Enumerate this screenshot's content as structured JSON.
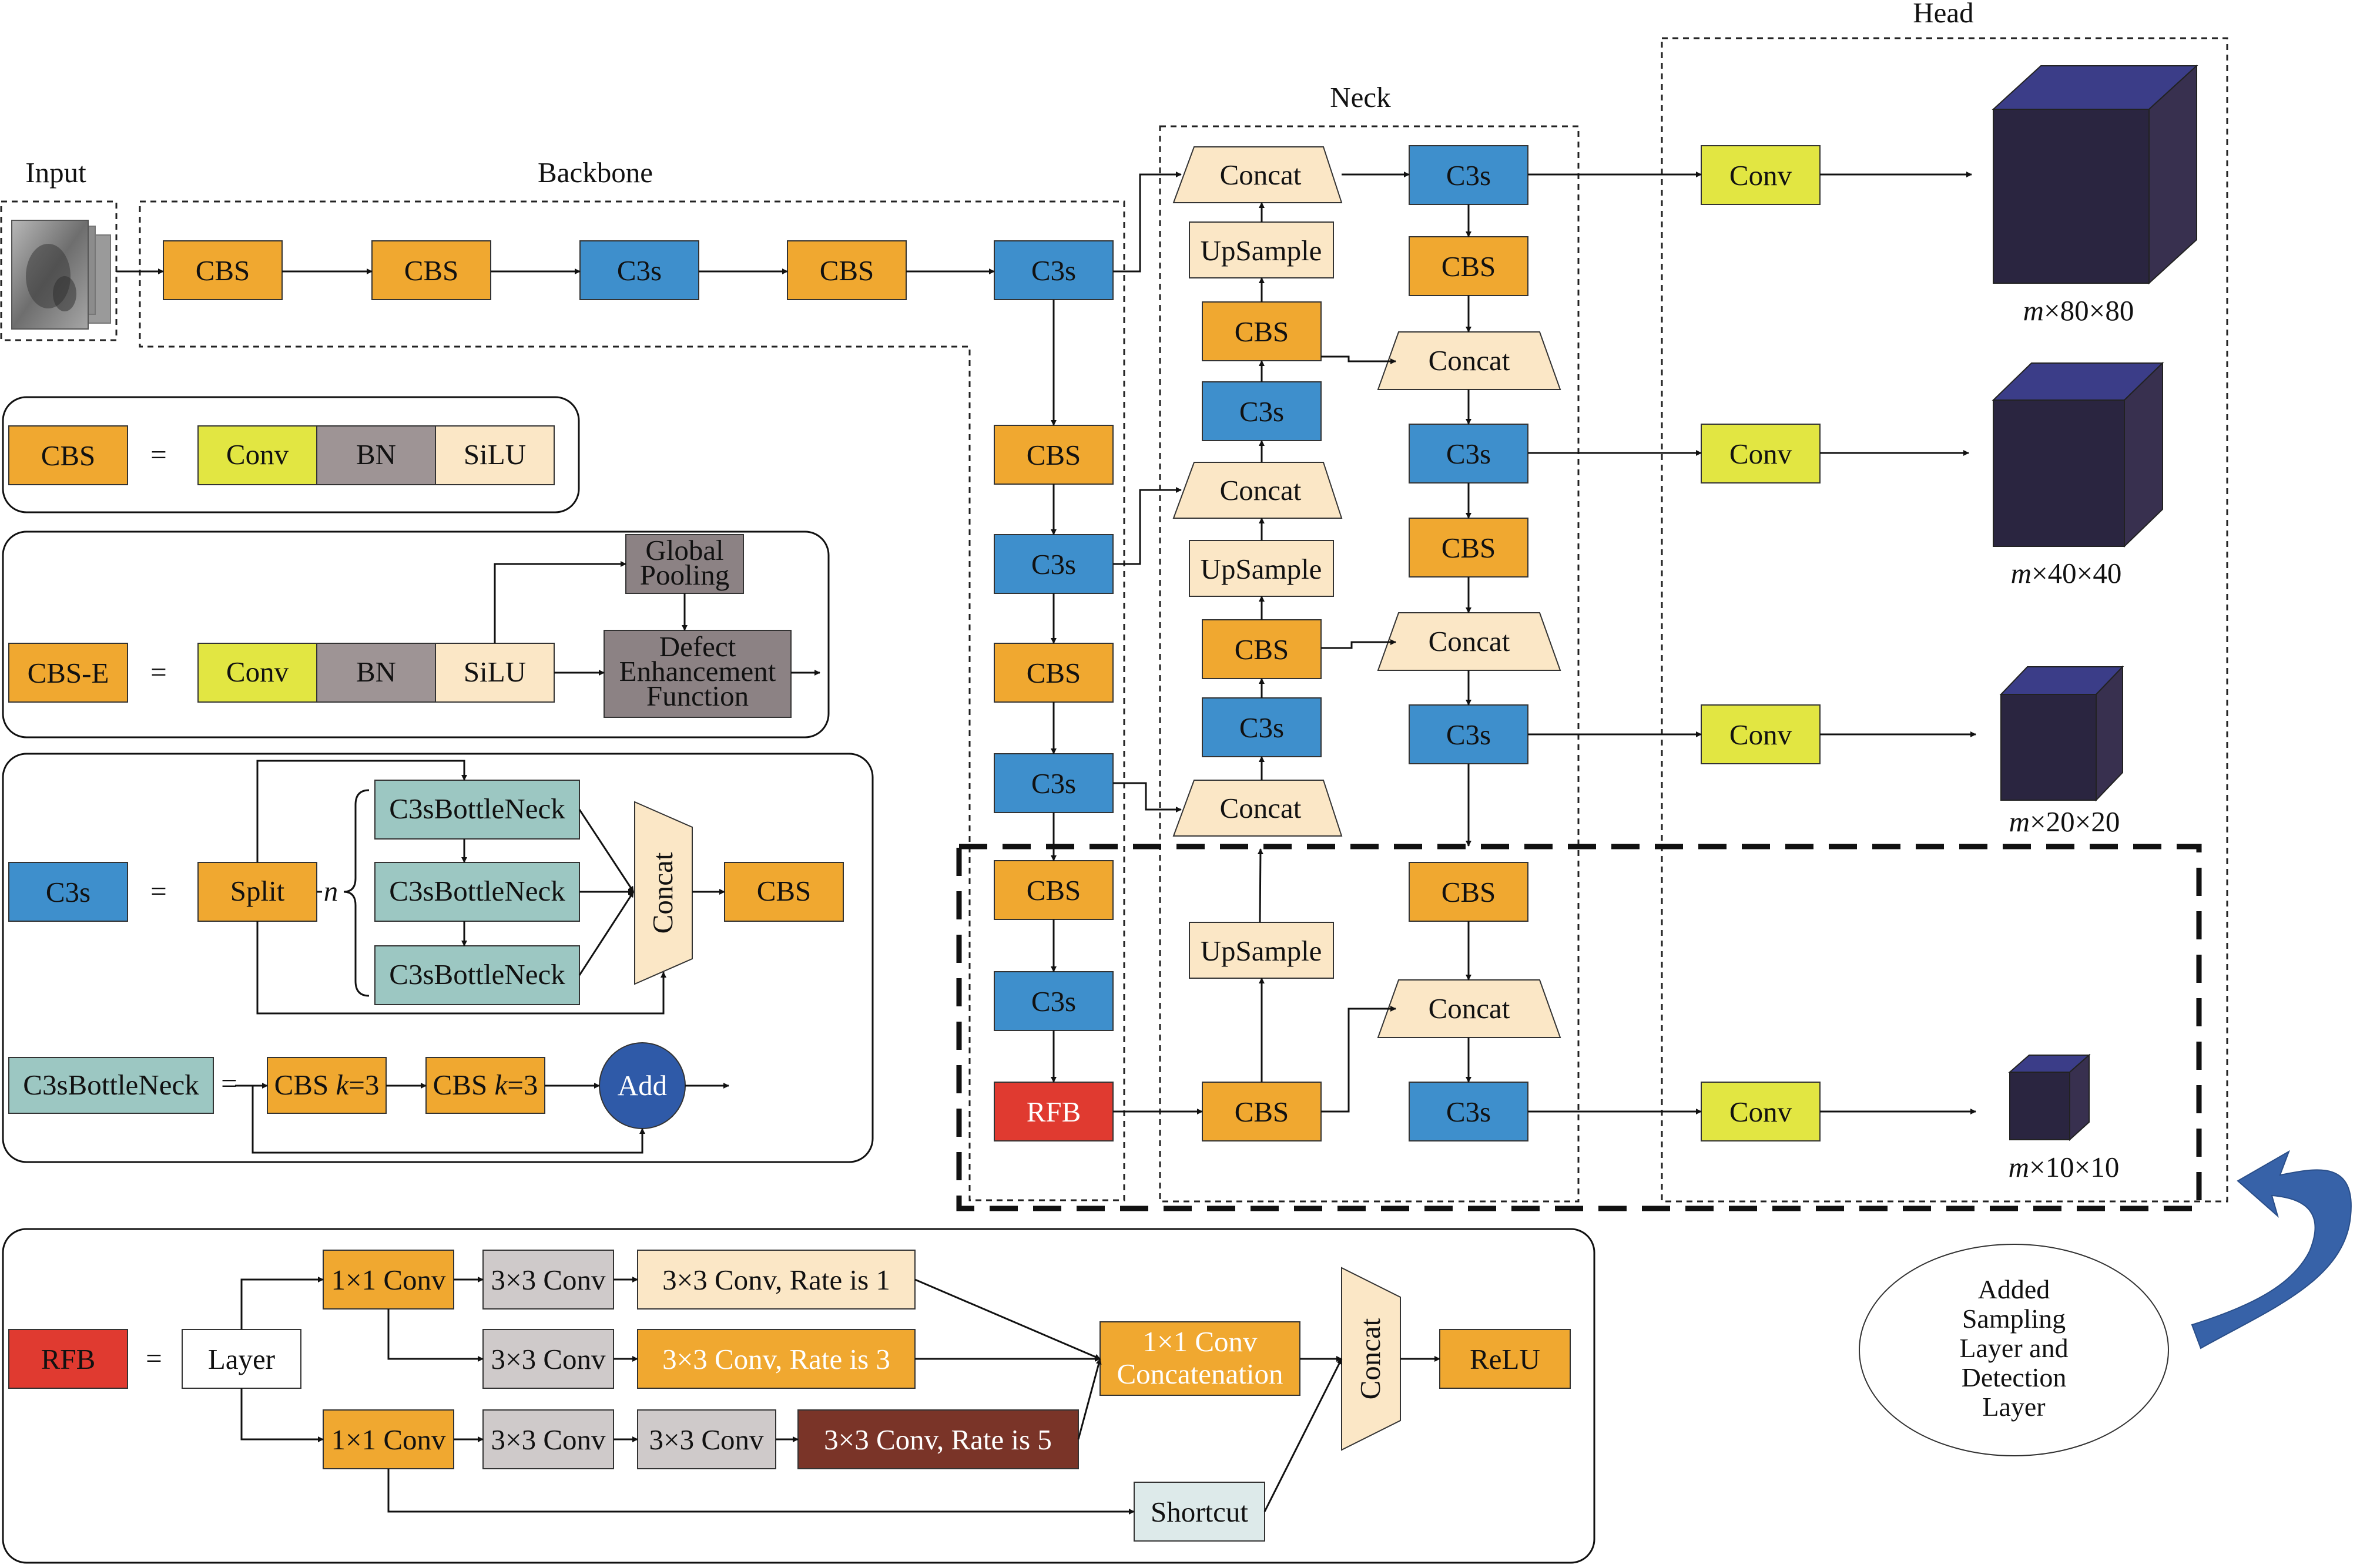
{
  "titles": {
    "input": "Input",
    "backbone": "Backbone",
    "neck": "Neck",
    "head": "Head"
  },
  "colors": {
    "cbs": "#F0A830",
    "c3s": "#3E8FCC",
    "conv_yellow": "#E2E642",
    "bn_gray": "#9E9495",
    "silu_cream": "#FBE7C6",
    "concat_cream": "#FBE7C6",
    "upsample_cream": "#FBE7C6",
    "bottleneck_teal": "#9CC7C2",
    "rfb_red": "#E03A30",
    "gray_box": "#8C8284",
    "light_gray": "#CFCACA",
    "dark_red": "#7A3428",
    "add_blue": "#2F5AA8",
    "cube_front": "#2A2540",
    "cube_top": "#3B3D88",
    "cube_side": "#38304F",
    "shortcut": "#DDEAEA",
    "arrow_blue": "#3762A8"
  },
  "backbone": {
    "main": [
      "CBS",
      "CBS",
      "C3s",
      "CBS",
      "C3s"
    ],
    "column": [
      "CBS",
      "C3s",
      "CBS",
      "C3s",
      "CBS",
      "C3s",
      "RFB"
    ]
  },
  "neck": {
    "left": [
      "Concat",
      "UpSample",
      "CBS",
      "C3s",
      "Concat",
      "UpSample",
      "CBS",
      "C3s",
      "Concat",
      "UpSample",
      "CBS"
    ],
    "right": [
      "C3s",
      "CBS",
      "Concat",
      "C3s",
      "CBS",
      "Concat",
      "C3s",
      "CBS",
      "Concat",
      "C3s"
    ]
  },
  "head": {
    "convs": [
      "Conv",
      "Conv",
      "Conv",
      "Conv"
    ],
    "outputs": [
      {
        "prefix": "m",
        "dims": "×80×80"
      },
      {
        "prefix": "m",
        "dims": "×40×40"
      },
      {
        "prefix": "m",
        "dims": "×20×20"
      },
      {
        "prefix": "m",
        "dims": "×10×10"
      }
    ]
  },
  "legend_cbs": {
    "name": "CBS",
    "eq": "=",
    "parts": [
      "Conv",
      "BN",
      "SiLU"
    ]
  },
  "legend_cbse": {
    "name": "CBS-E",
    "eq": "=",
    "parts": [
      "Conv",
      "BN",
      "SiLU"
    ],
    "pool_lines": [
      "Global",
      "Pooling"
    ],
    "defect_lines": [
      "Defect",
      "Enhancement",
      "Function"
    ]
  },
  "legend_c3s": {
    "name": "C3s",
    "eq": "=",
    "split": "Split",
    "n": "n",
    "bottlenecks": [
      "C3sBottleNeck",
      "C3sBottleNeck",
      "C3sBottleNeck"
    ],
    "concat": "Concat",
    "cbs": "CBS"
  },
  "legend_bottleneck": {
    "name": "C3sBottleNeck",
    "eq": "=",
    "cbs1_text": "CBS ",
    "cbs1_k": "k",
    "cbs1_val": "=3",
    "cbs2_text": "CBS ",
    "cbs2_k": "k",
    "cbs2_val": "=3",
    "add": "Add"
  },
  "legend_rfb": {
    "name": "RFB",
    "eq": "=",
    "layer": "Layer",
    "conv1x1_top": "1×1 Conv",
    "conv1x1_bot": "1×1 Conv",
    "conv3x3_a": "3×3 Conv",
    "conv3x3_b": "3×3 Conv",
    "conv3x3_c": "3×3 Conv",
    "conv3x3_d": "3×3 Conv",
    "rate1": "3×3 Conv, Rate is 1",
    "rate3": "3×3 Conv, Rate is 3",
    "rate5": "3×3 Conv, Rate is 5",
    "concat1x1_lines": [
      "1×1 Conv",
      "Concatenation"
    ],
    "shortcut": "Shortcut",
    "concat": "Concat",
    "relu": "ReLU"
  },
  "note_lines": [
    "Added",
    "Sampling",
    "Layer and",
    "Detection",
    "Layer"
  ]
}
